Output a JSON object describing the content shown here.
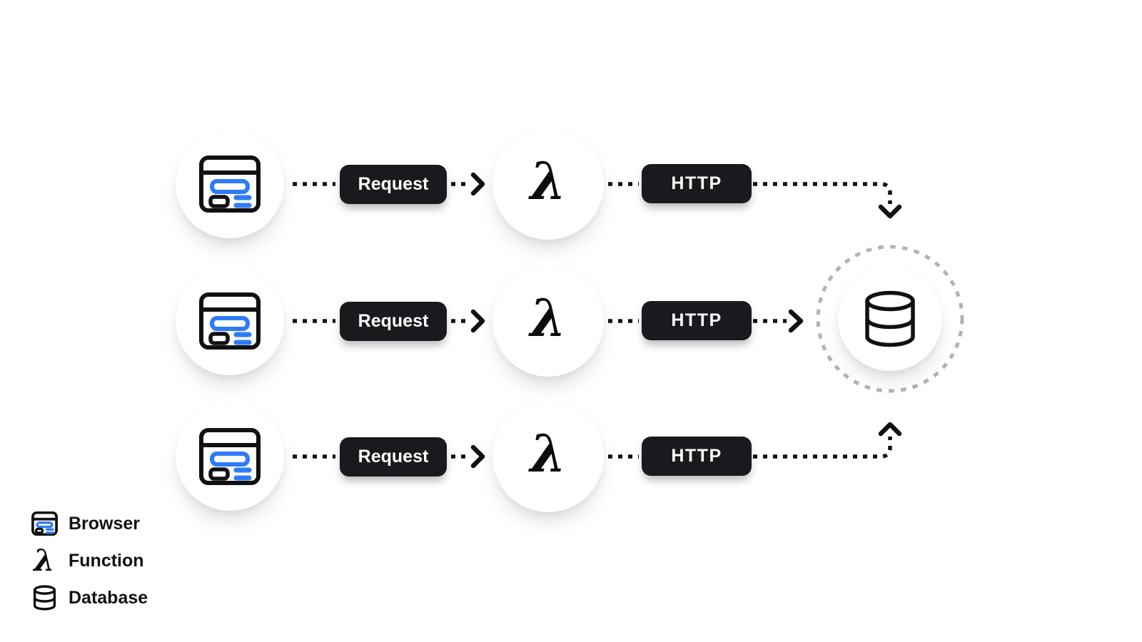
{
  "colors": {
    "background": "#ffffff",
    "accent_blue": "#2e7bf6",
    "ink_black": "#111111",
    "button_bg": "#1a1a1e",
    "dashed_circle_gray": "#b3b3b3"
  },
  "flow": {
    "lambda_symbol": "λ",
    "rows": [
      {
        "source_icon": "browser-icon",
        "request_label": "Request",
        "function_icon": "lambda-icon",
        "http_label": "HTTP"
      },
      {
        "source_icon": "browser-icon",
        "request_label": "Request",
        "function_icon": "lambda-icon",
        "http_label": "HTTP"
      },
      {
        "source_icon": "browser-icon",
        "request_label": "Request",
        "function_icon": "lambda-icon",
        "http_label": "HTTP"
      }
    ],
    "target_icon": "database-icon"
  },
  "legend": {
    "lambda_symbol": "λ",
    "items": [
      {
        "icon": "browser-icon",
        "label": "Browser"
      },
      {
        "icon": "lambda-icon",
        "label": "Function"
      },
      {
        "icon": "database-icon",
        "label": "Database"
      }
    ]
  }
}
